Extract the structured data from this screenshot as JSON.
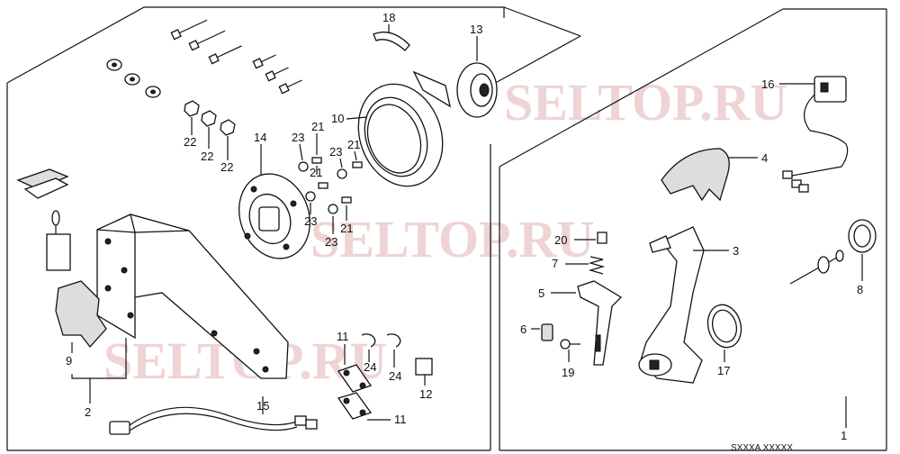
{
  "watermarks": [
    "SELTOP.RU",
    "SELTOP.RU",
    "SELTOP.RU"
  ],
  "labels": {
    "l1": "1",
    "l2": "2",
    "l3": "3",
    "l4": "4",
    "l5": "5",
    "l6": "6",
    "l7": "7",
    "l8": "8",
    "l9": "9",
    "l10": "10",
    "l11a": "11",
    "l11b": "11",
    "l12": "12",
    "l13": "13",
    "l14": "14",
    "l15": "15",
    "l16": "16",
    "l17": "17",
    "l18": "18",
    "l19": "19",
    "l20": "20",
    "l21a": "21",
    "l21b": "21",
    "l21c": "21",
    "l21d": "21",
    "l22a": "22",
    "l22b": "22",
    "l22c": "22",
    "l23a": "23",
    "l23b": "23",
    "l23c": "23",
    "l23d": "23",
    "l24a": "24",
    "l24b": "24"
  },
  "footer_code": "SXXXA XXXXX"
}
